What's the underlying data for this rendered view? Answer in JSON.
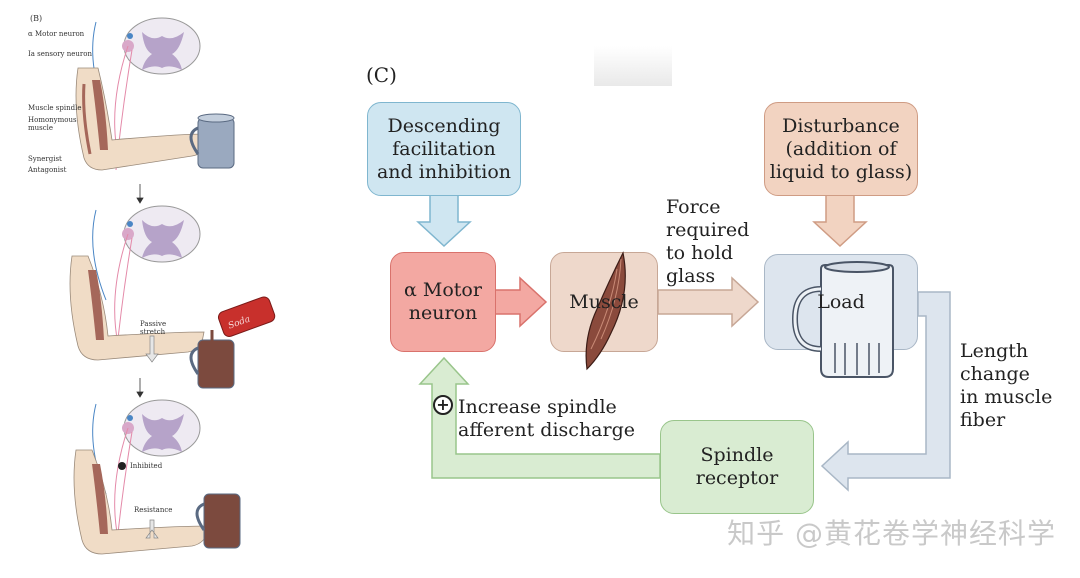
{
  "panel_b": {
    "label": "(B)",
    "labels": {
      "alpha_motor_neuron": "α Motor neuron",
      "ia_sensory_neuron": "Ia sensory neuron",
      "muscle_spindle": "Muscle spindle",
      "homonymous_muscle_1": "Homonymous",
      "homonymous_muscle_2": "muscle",
      "synergist": "Synergist",
      "antagonist": "Antagonist",
      "passive_stretch_1": "Passive",
      "passive_stretch_2": "stretch",
      "soda": "Soda",
      "inhibited": "Inhibited",
      "resistance": "Resistance"
    }
  },
  "panel_c": {
    "label": "(C)",
    "descending": [
      "Descending",
      "facilitation",
      "and inhibition"
    ],
    "disturbance": [
      "Disturbance",
      "(addition of",
      "liquid to glass)"
    ],
    "motor_neuron": [
      "α Motor",
      "neuron"
    ],
    "muscle": "Muscle",
    "force": [
      "Force",
      "required",
      "to hold",
      "glass"
    ],
    "load": "Load",
    "length_change": [
      "Length",
      "change",
      "in muscle",
      "fiber"
    ],
    "spindle": [
      "Spindle",
      "receptor"
    ],
    "increase": [
      "Increase spindle",
      "afferent discharge"
    ],
    "plus_sign": "+"
  },
  "watermark": "知乎 @黄花卷学神经科学",
  "colors": {
    "descending_fill": "#cfe6f1",
    "descending_border": "#7fb6cf",
    "disturbance_fill": "#f2d3c1",
    "disturbance_border": "#cf9c84",
    "motor_fill": "#f3a8a2",
    "motor_border": "#d9726c",
    "muscle_fill": "#eed8cb",
    "muscle_border": "#c7a796",
    "load_fill": "#dde5ee",
    "load_border": "#a9b7c6",
    "spindle_fill": "#d9ecd2",
    "spindle_border": "#99c58b"
  }
}
